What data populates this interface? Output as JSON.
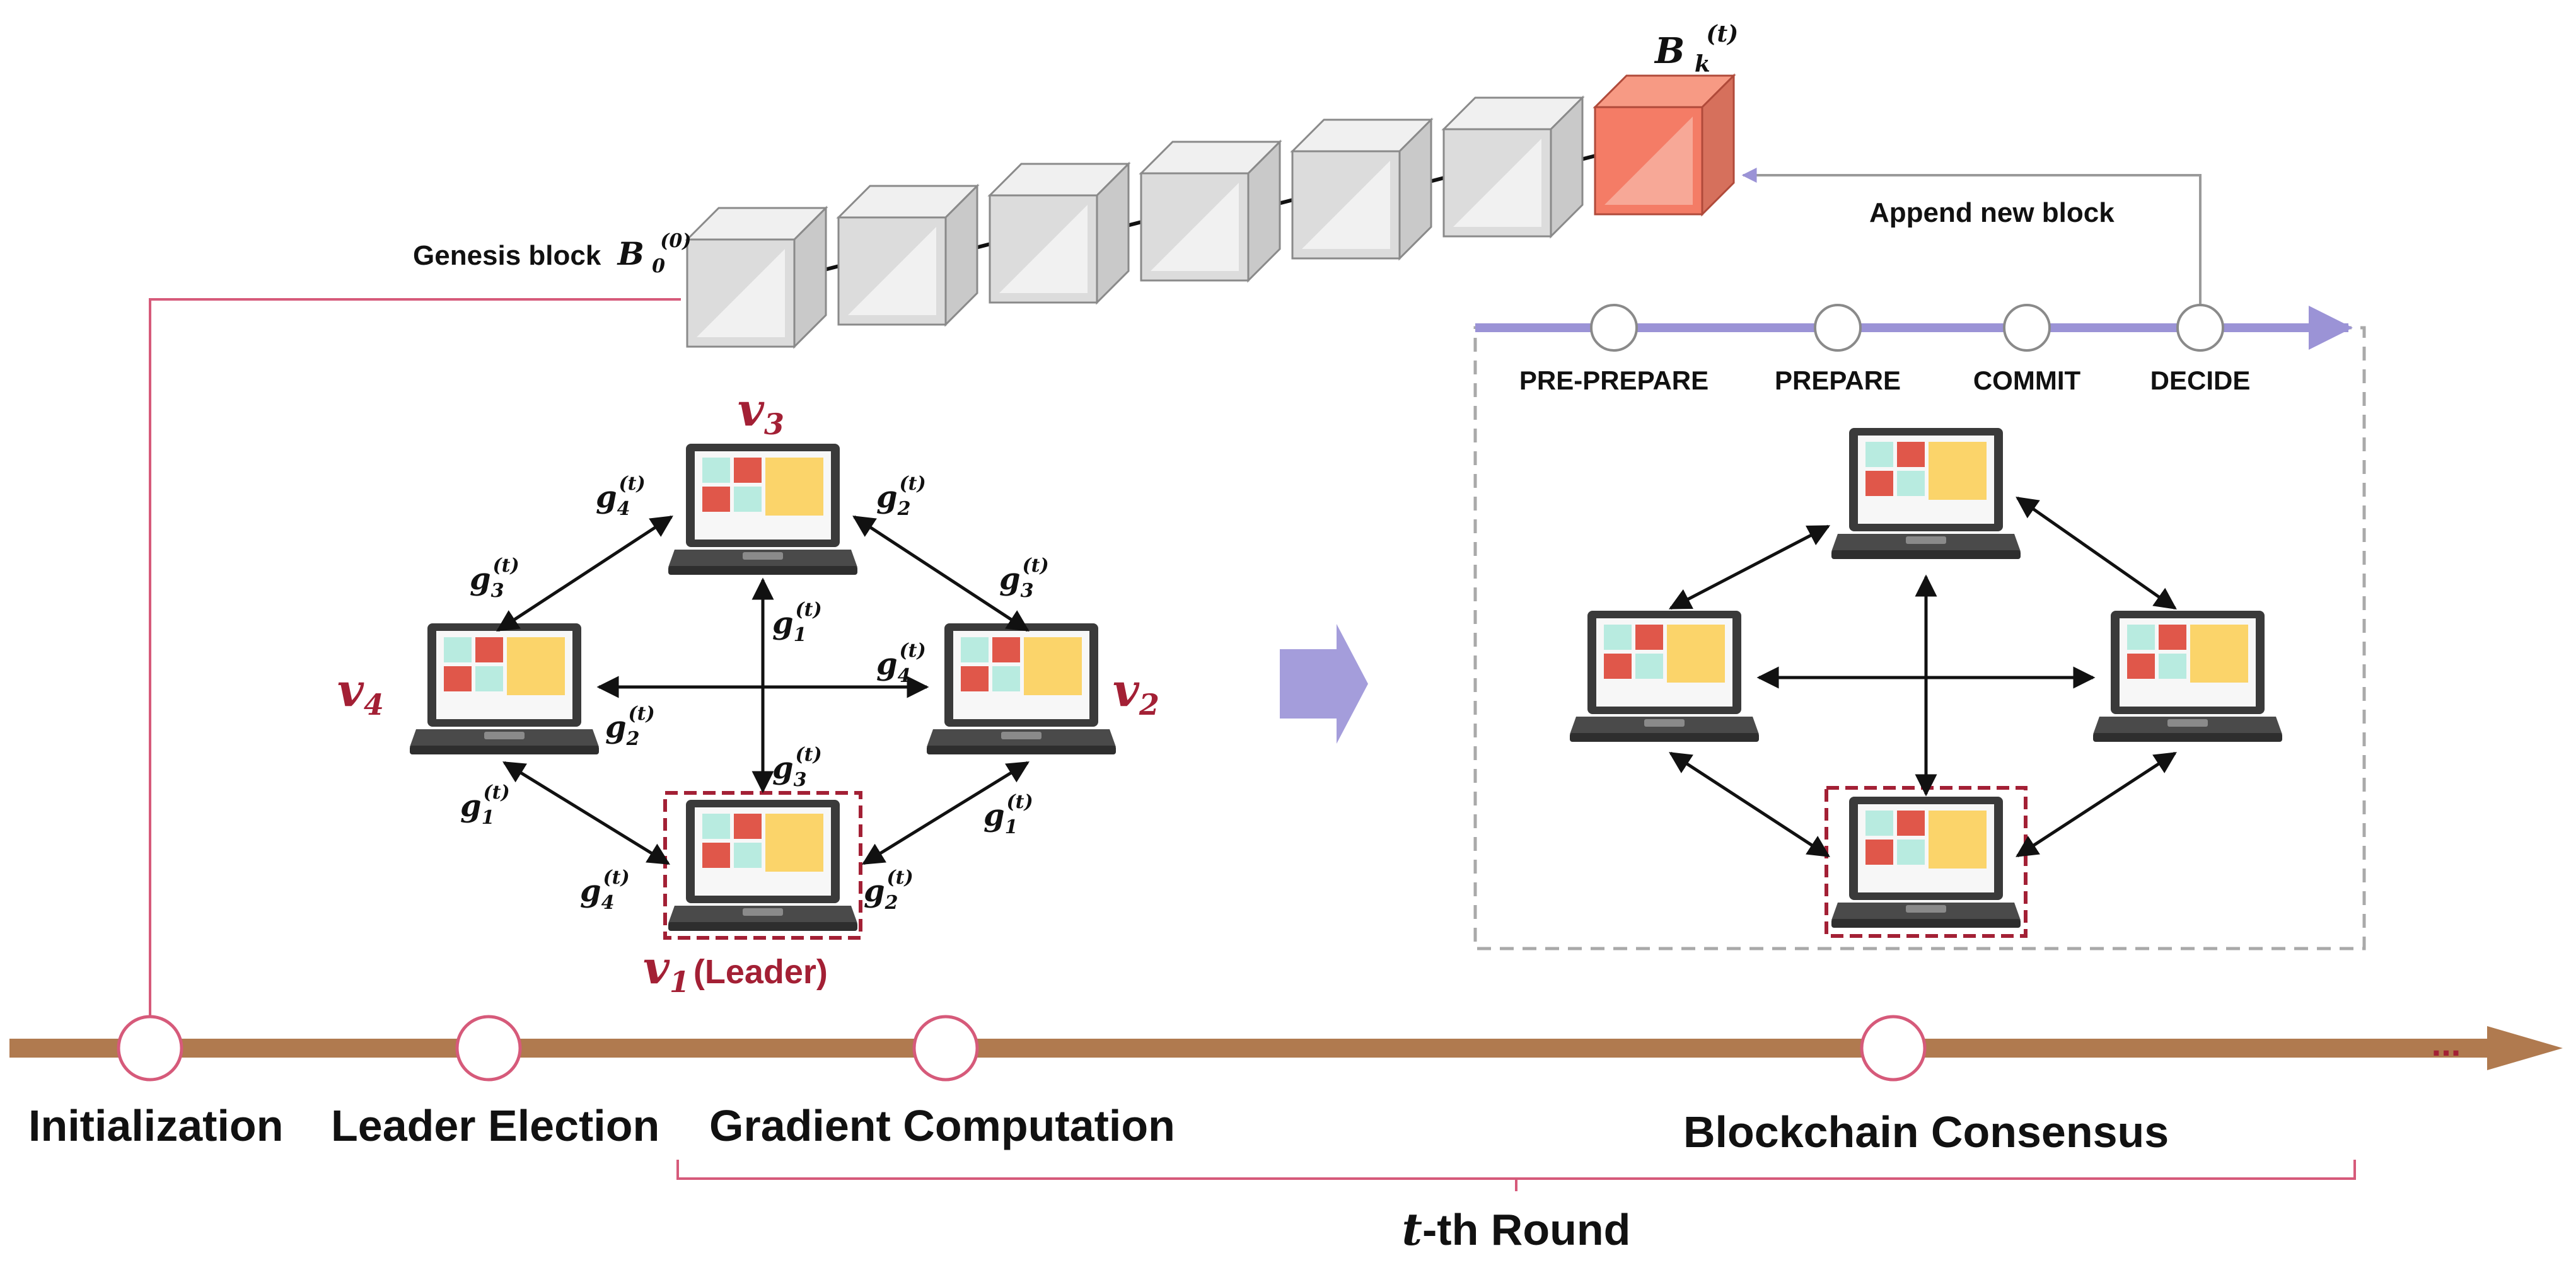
{
  "blockchain": {
    "genesis_label": "Genesis block",
    "genesis_symbol": "B",
    "genesis_sub": "0",
    "genesis_sup": "(0)",
    "new_block_symbol": "B",
    "new_block_sub": "k",
    "new_block_sup": "(t)",
    "append_label": "Append new block",
    "block_color": "#f47c66",
    "block_count": 7
  },
  "consensus_phases": [
    "PRE-PREPARE",
    "PREPARE",
    "COMMIT",
    "DECIDE"
  ],
  "nodes": {
    "v3": {
      "symbol": "v",
      "sub": "3"
    },
    "v4": {
      "symbol": "v",
      "sub": "4"
    },
    "v2": {
      "symbol": "v",
      "sub": "2"
    },
    "v1": {
      "symbol": "v",
      "sub": "1",
      "suffix": "(Leader)"
    }
  },
  "gradients": [
    {
      "symbol": "g",
      "sub": "4",
      "sup": "(t)"
    },
    {
      "symbol": "g",
      "sub": "2",
      "sup": "(t)"
    },
    {
      "symbol": "g",
      "sub": "3",
      "sup": "(t)"
    },
    {
      "symbol": "g",
      "sub": "1",
      "sup": "(t)"
    },
    {
      "symbol": "g",
      "sub": "3",
      "sup": "(t)"
    },
    {
      "symbol": "g",
      "sub": "4",
      "sup": "(t)"
    },
    {
      "symbol": "g",
      "sub": "2",
      "sup": "(t)"
    },
    {
      "symbol": "g",
      "sub": "3",
      "sup": "(t)"
    },
    {
      "symbol": "g",
      "sub": "1",
      "sup": "(t)"
    },
    {
      "symbol": "g",
      "sub": "1",
      "sup": "(t)"
    },
    {
      "symbol": "g",
      "sub": "4",
      "sup": "(t)"
    },
    {
      "symbol": "g",
      "sub": "2",
      "sup": "(t)"
    }
  ],
  "timeline": {
    "stages": [
      "Initialization",
      "Leader Election",
      "Gradient Computation",
      "Blockchain Consensus"
    ],
    "ellipsis": "...",
    "round_label_italic": "t",
    "round_label_rest": "-th Round",
    "color": "#b07a4f"
  },
  "colors": {
    "leader_box": "#a32035",
    "node_label": "#a32035",
    "phase_line": "#9b93d6",
    "pink_link": "#d65a7a",
    "arrow_big": "#a49ddb"
  }
}
